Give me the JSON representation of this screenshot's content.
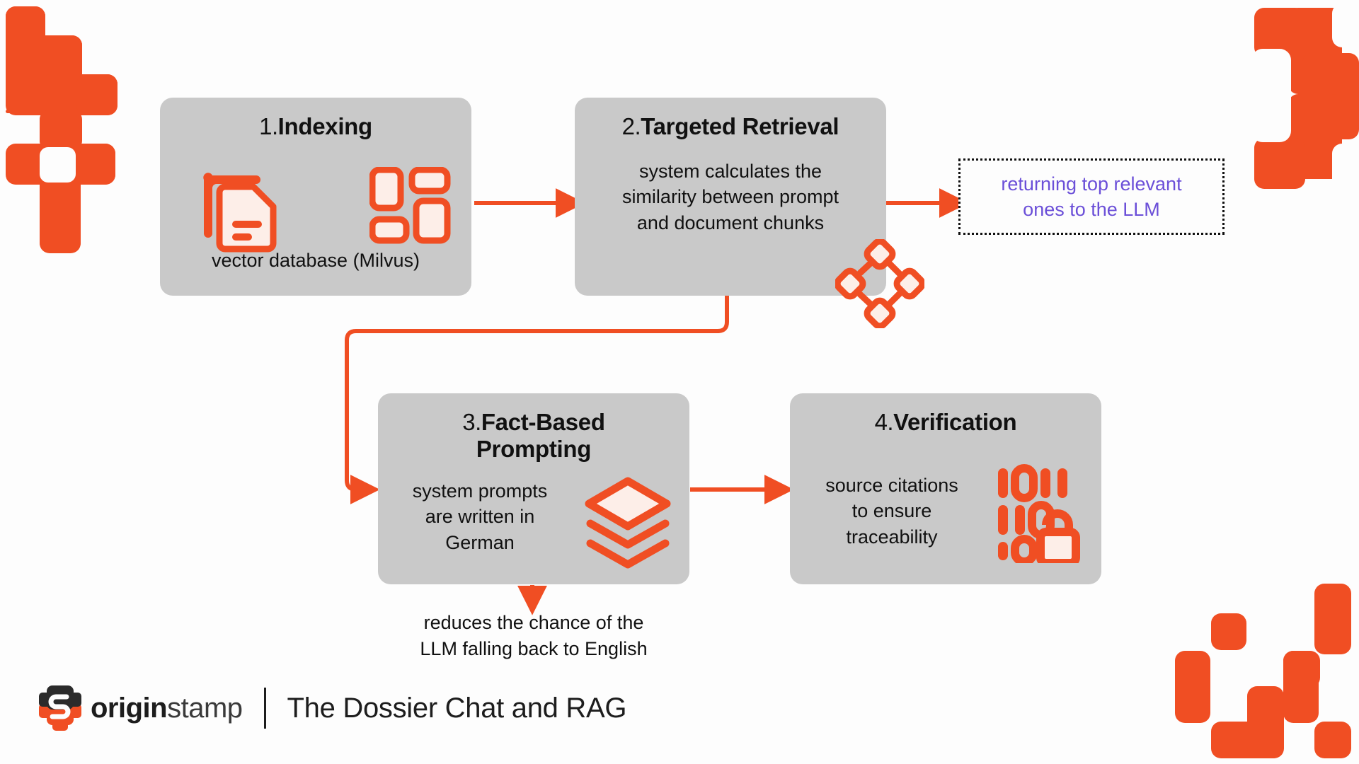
{
  "colors": {
    "accent": "#F04E23",
    "box_fill": "#C9C9C9",
    "purple_text": "#6B4FD8",
    "purple_arrow": "#6A4DD6",
    "icon_fill": "#FDEEE8",
    "background": "#FDFDFD",
    "dotted_border": "#111111"
  },
  "steps": [
    {
      "num": "1.",
      "title": "Indexing",
      "sub": "vector database (Milvus)",
      "icons": [
        "document-stack-icon",
        "purple-arrow-icon",
        "chunk-grid-icon"
      ]
    },
    {
      "num": "2.",
      "title": "Targeted Retrieval",
      "sub": "system calculates the\nsimilarity between  prompt\nand document chunks",
      "icons": [
        "network-nodes-icon"
      ]
    },
    {
      "num": "3.",
      "title": "Fact-Based\nPrompting",
      "sub": "system prompts\nare written in\nGerman",
      "icons": [
        "layers-stack-icon"
      ]
    },
    {
      "num": "4.",
      "title": "Verification",
      "sub": "source citations\nto ensure\ntraceability",
      "icons": [
        "binary-lock-icon"
      ]
    }
  ],
  "callout": {
    "text": "returning top relevant\nones to the LLM"
  },
  "caption": {
    "text": "reduces the chance of the\nLLM falling back to English"
  },
  "footer": {
    "logo_name": "originstamp-logo",
    "brand_bold": "origin",
    "brand_light": "stamp",
    "title": "The Dossier Chat and RAG"
  }
}
